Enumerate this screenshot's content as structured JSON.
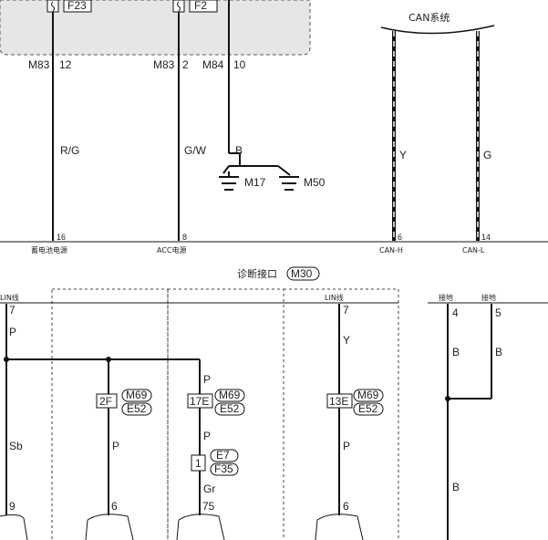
{
  "top_fuses": {
    "f23_label": "F23",
    "f2_label": "F2"
  },
  "top_connectors": [
    {
      "conn": "M83",
      "pin": "12"
    },
    {
      "conn": "M83",
      "pin": "2"
    },
    {
      "conn": "M84",
      "pin": "10"
    }
  ],
  "top_wires": {
    "w1": "R/G",
    "w2": "G/W",
    "w3": "B"
  },
  "grounds": {
    "g1": "M17",
    "g2": "M50"
  },
  "can": {
    "title": "CAN系统",
    "wire_h": "Y",
    "wire_l": "G"
  },
  "top_terminals": [
    {
      "pin": "16",
      "name": "蓄电池电源"
    },
    {
      "pin": "8",
      "name": "ACC电源"
    },
    {
      "pin": "6",
      "name": "CAN-H"
    },
    {
      "pin": "14",
      "name": "CAN-L"
    }
  ],
  "diag": {
    "title": "诊断接口",
    "connector": "M30"
  },
  "lower_labels": {
    "lin_left": "LIN线",
    "lin_right": "LIN线",
    "gnd1": "接地",
    "gnd2": "接地"
  },
  "lower_pins_top": {
    "p7a": "7",
    "p7b": "7",
    "p4": "4",
    "p5": "5"
  },
  "lower_wires": {
    "left_top": "P",
    "left_bottom": "Sb",
    "col2": "P",
    "col3_upper": "P",
    "col3_mid": "P",
    "col3_lower": "Gr",
    "lin_right": "Y",
    "col4_lower": "P",
    "gnd_b1": "B",
    "gnd_b2": "B",
    "gnd_b3": "B"
  },
  "splices": {
    "s1": "2F",
    "s2": "17E",
    "s3": "13E",
    "s4": "1",
    "m69a": "M69",
    "e52a": "E52",
    "m69b": "M69",
    "e52b": "E52",
    "m69c": "M69",
    "e52c": "E52",
    "e7": "E7",
    "f35": "F35"
  },
  "lower_pins_bottom": {
    "b9": "9",
    "b6a": "6",
    "b75": "75",
    "b6b": "6"
  }
}
